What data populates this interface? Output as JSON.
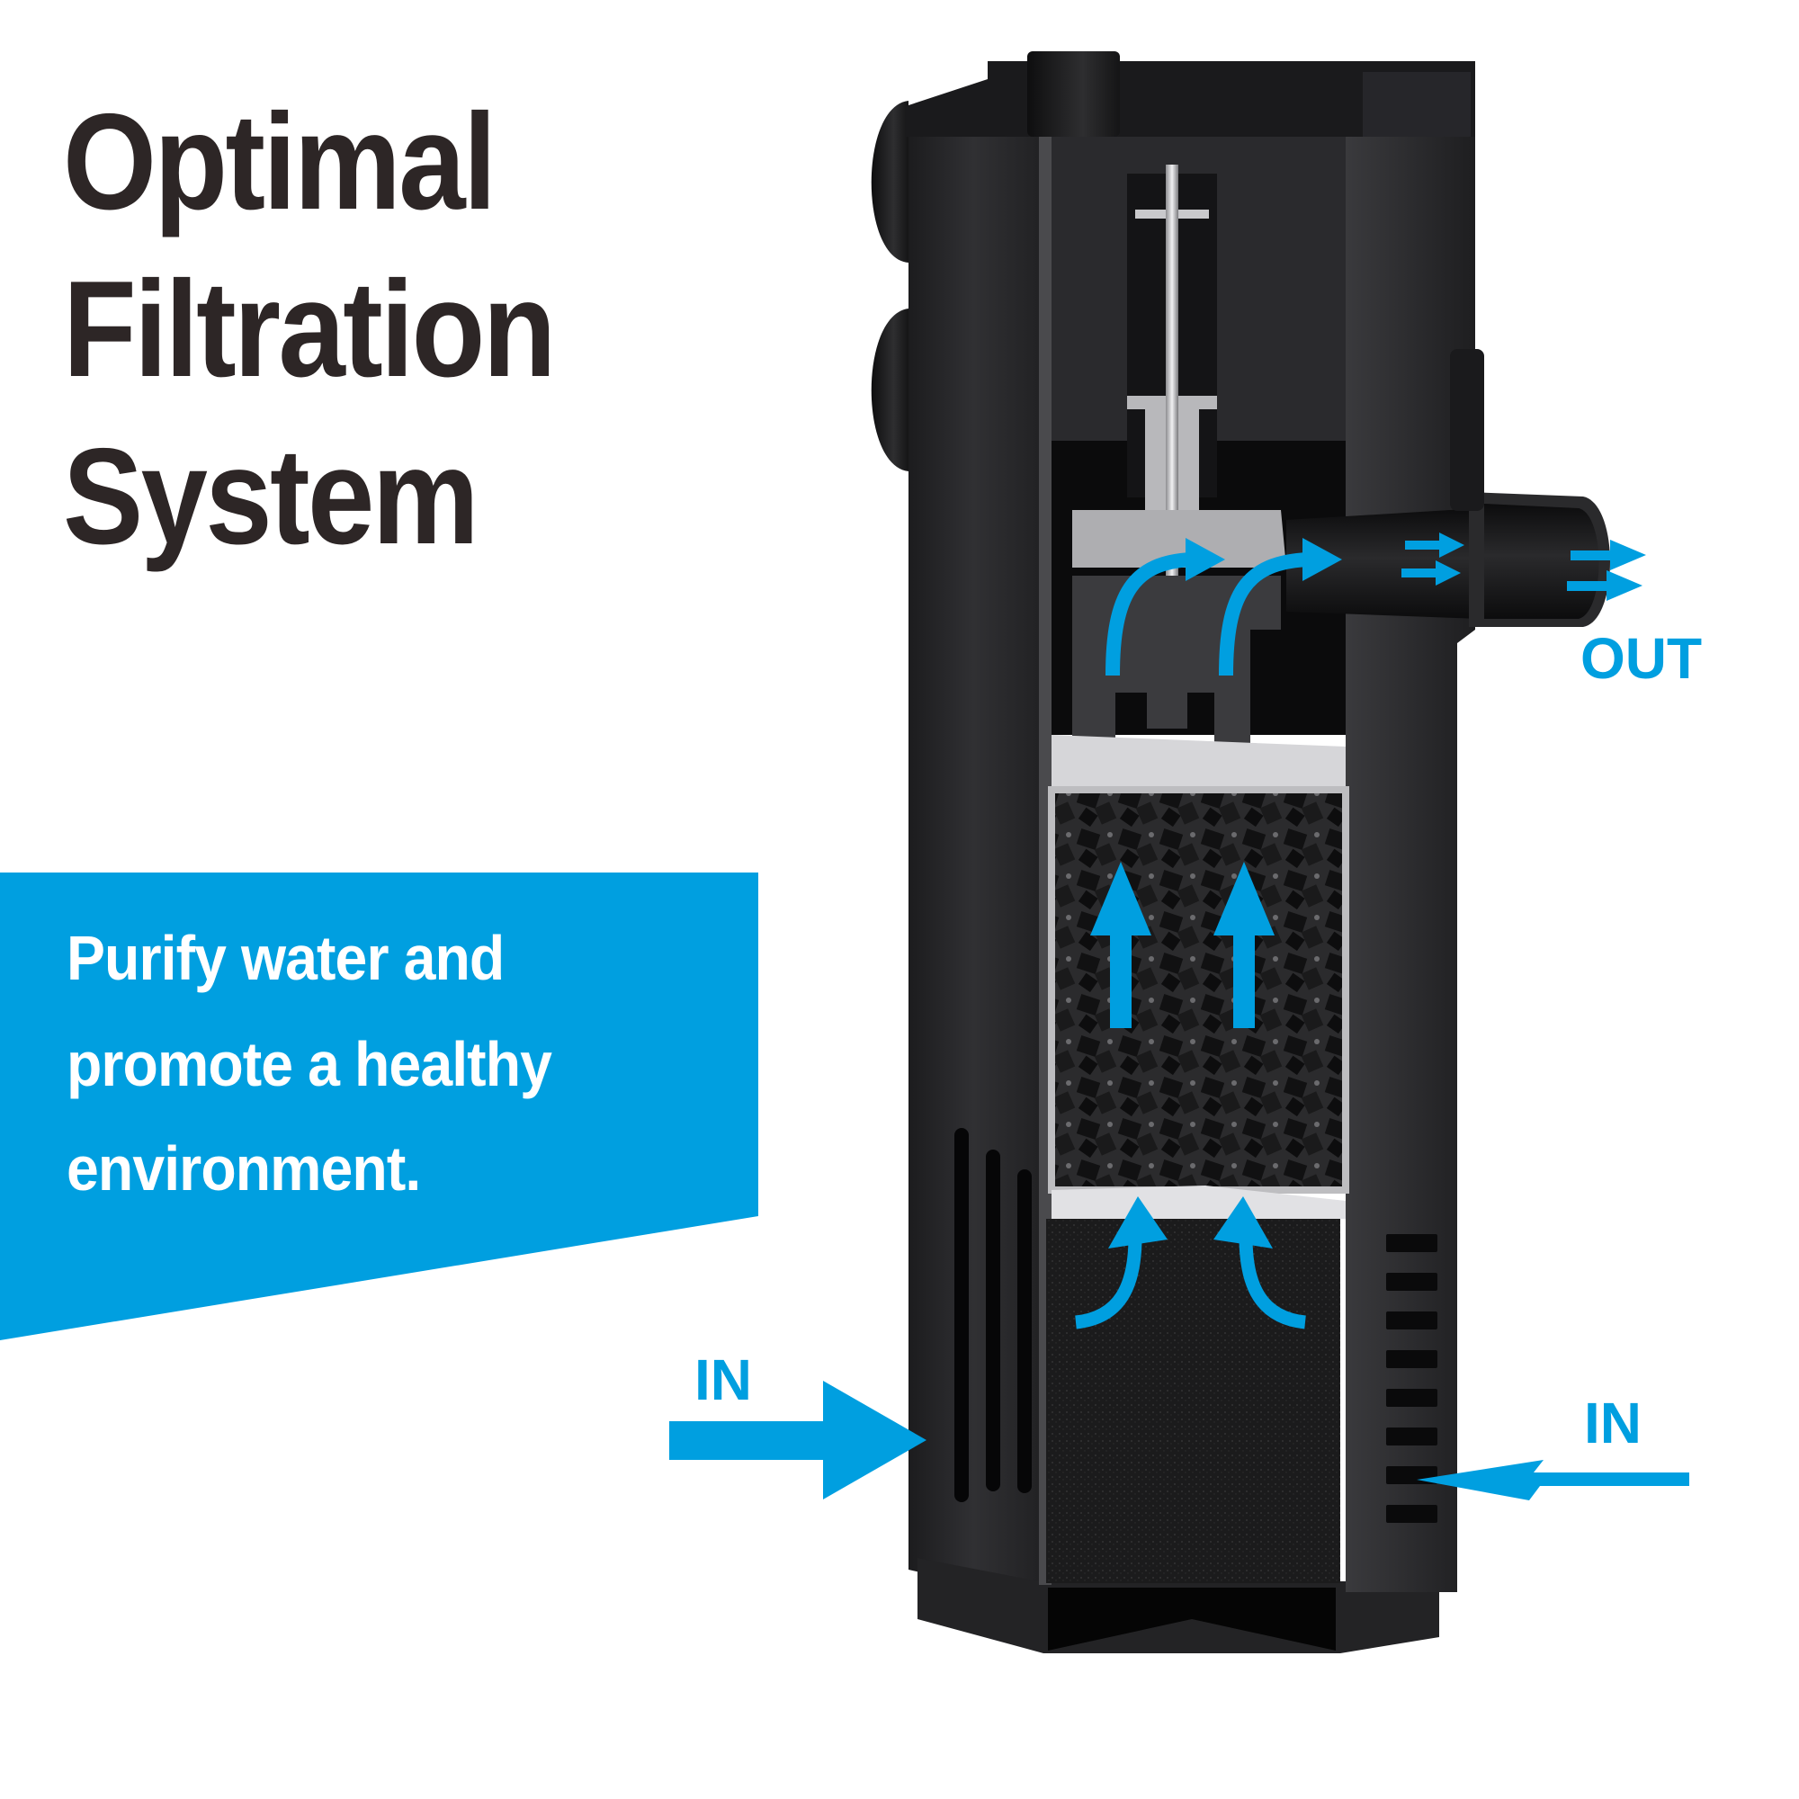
{
  "headline": {
    "lines": [
      "Optimal",
      "Filtration",
      "System"
    ]
  },
  "banner": {
    "lines": [
      "Purify water and",
      "promote a healthy",
      "environment."
    ],
    "color": "#009fe0",
    "text_color": "#ffffff"
  },
  "product": {
    "name": "aquarium internal filter cutaway",
    "stages": [
      "pump / impeller chamber",
      "biochemical sponge cubes",
      "coarse filter sponge"
    ]
  },
  "flow_labels": {
    "outlet": "OUT",
    "inlet_left": "IN",
    "inlet_right": "IN"
  },
  "colors": {
    "accent": "#009fe0",
    "title": "#2d2626",
    "body_dark": "#2a2a2c",
    "background": "#ffffff"
  }
}
